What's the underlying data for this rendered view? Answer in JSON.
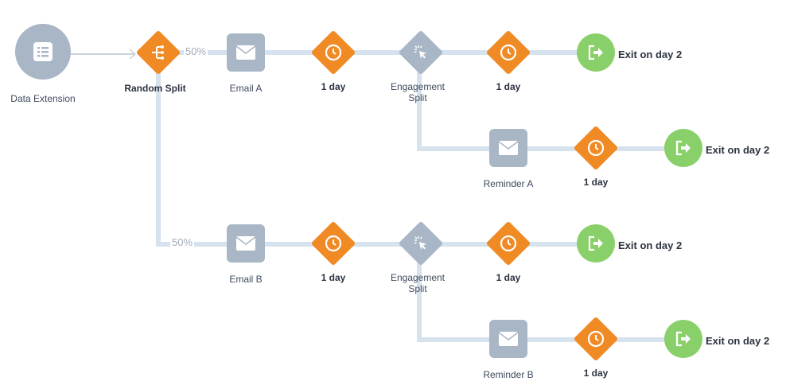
{
  "colors": {
    "node_gray": "#a9b6c6",
    "wait_orange": "#f08a24",
    "exit_green": "#8ad06a",
    "connector": "#d6e2ee",
    "split_gray": "#a9b6c6"
  },
  "entry": {
    "label": "Data Extension",
    "icon": "table-icon"
  },
  "random_split": {
    "label": "Random Split",
    "icon": "split-icon",
    "branch_a_pct": "50%",
    "branch_b_pct": "50%"
  },
  "path_a": {
    "email": "Email A",
    "wait1": "1 day",
    "engagement": "Engagement Split",
    "wait2": "1 day",
    "exit": "Exit on day 2",
    "reminder": "Reminder A",
    "wait3": "1 day",
    "exit2": "Exit on day 2"
  },
  "path_b": {
    "email": "Email B",
    "wait1": "1 day",
    "engagement": "Engagement Split",
    "wait2": "1 day",
    "exit": "Exit on day 2",
    "reminder": "Reminder B",
    "wait3": "1 day",
    "exit2": "Exit on day 2"
  }
}
